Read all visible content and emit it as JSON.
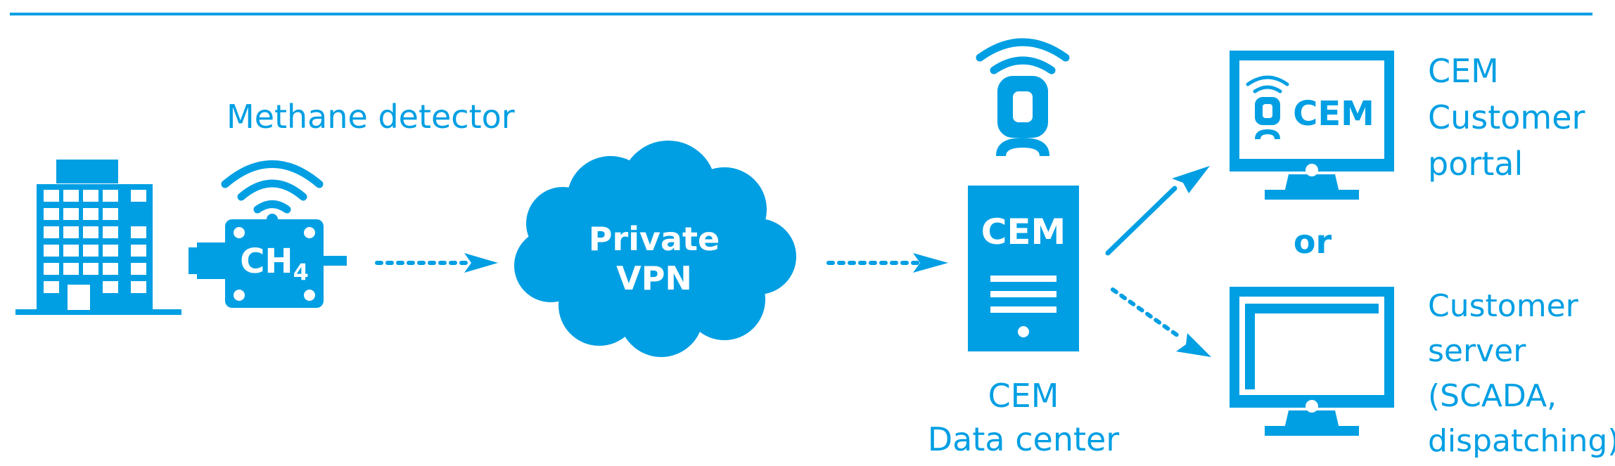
{
  "colors": {
    "accent": "#009fe3",
    "background": "#ffffff"
  },
  "methane_detector": {
    "title": "Methane detector",
    "label": "CH",
    "subscript": "4"
  },
  "vpn": {
    "line1": "Private",
    "line2": "VPN"
  },
  "data_center": {
    "brand": "CEM",
    "caption_line1": "CEM",
    "caption_line2": "Data center"
  },
  "portal": {
    "screen_brand": "CEM",
    "caption_line1": "CEM",
    "caption_line2": "Customer",
    "caption_line3": "portal"
  },
  "or_text": "or",
  "customer_server": {
    "caption_line1": "Customer",
    "caption_line2": "server",
    "caption_line3": "(SCADA,",
    "caption_line4": "dispatching)"
  }
}
